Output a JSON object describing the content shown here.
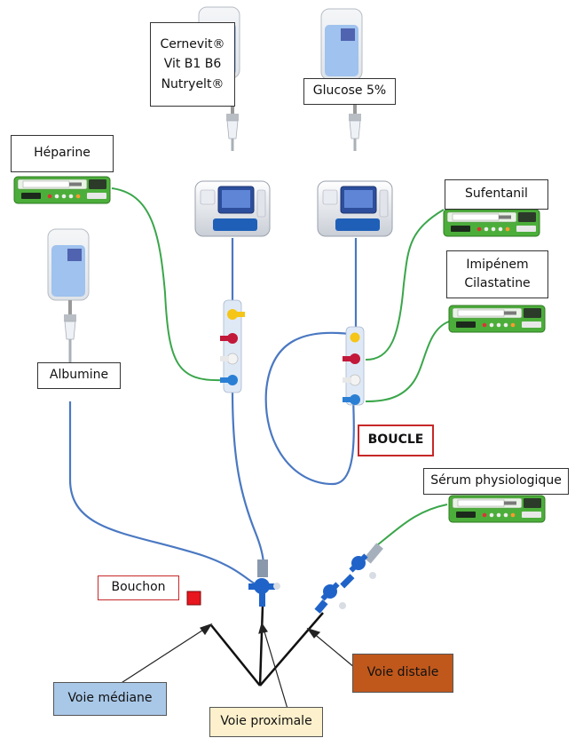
{
  "labels": {
    "heparine": "Héparine",
    "cernevit_1": "Cernevit®",
    "cernevit_2": "Vit B1 B6",
    "cernevit_3": "Nutryelt®",
    "glucose": "Glucose 5%",
    "sufentanil": "Sufentanil",
    "imipenem_1": "Imipénem",
    "imipenem_2": "Cilastatine",
    "albumine": "Albumine",
    "boucle": "BOUCLE",
    "serum": "Sérum physiologique",
    "bouchon": "Bouchon",
    "voie_mediane": "Voie médiane",
    "voie_proximale": "Voie proximale",
    "voie_distale": "Voie distale"
  },
  "colors": {
    "blue_line": "#4a78c2",
    "green_line": "#3aa64a",
    "pump_green": "#4cae3a",
    "bouchon_red": "#e8161e",
    "mediane_fill": "#a9c8e8",
    "proximale_fill": "#fdf0cc",
    "distale_fill": "#c0581c",
    "boucle_border": "#c62828"
  }
}
